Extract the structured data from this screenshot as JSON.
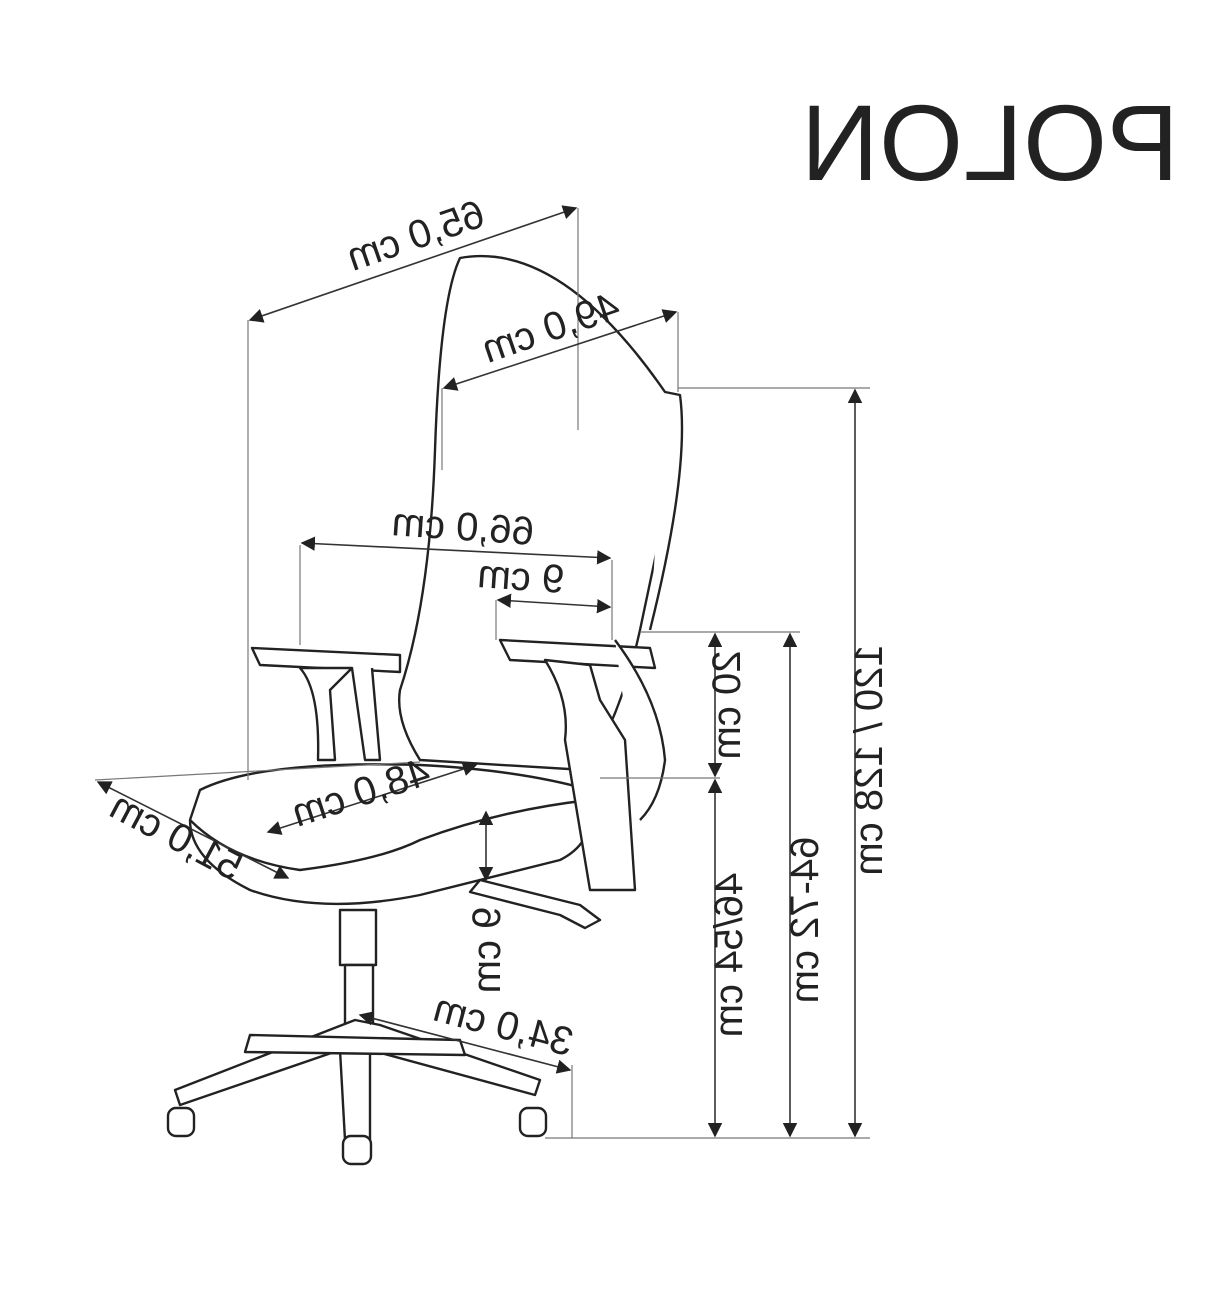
{
  "title": "POLON",
  "dimensions": {
    "total_depth": "65,0 cm",
    "backrest_width": "49,0 cm",
    "total_width": "66,0 cm",
    "armrest_offset": "9 cm",
    "armrest_height_above_seat": "20 cm",
    "seat_width": "48,0 cm",
    "seat_depth": "51,0 cm",
    "seat_adjust": "9 cm",
    "base_radius": "34,0 cm",
    "seat_height": "46/54 cm",
    "armrest_height": "64-72 cm",
    "total_height": "120 / 128 cm"
  }
}
